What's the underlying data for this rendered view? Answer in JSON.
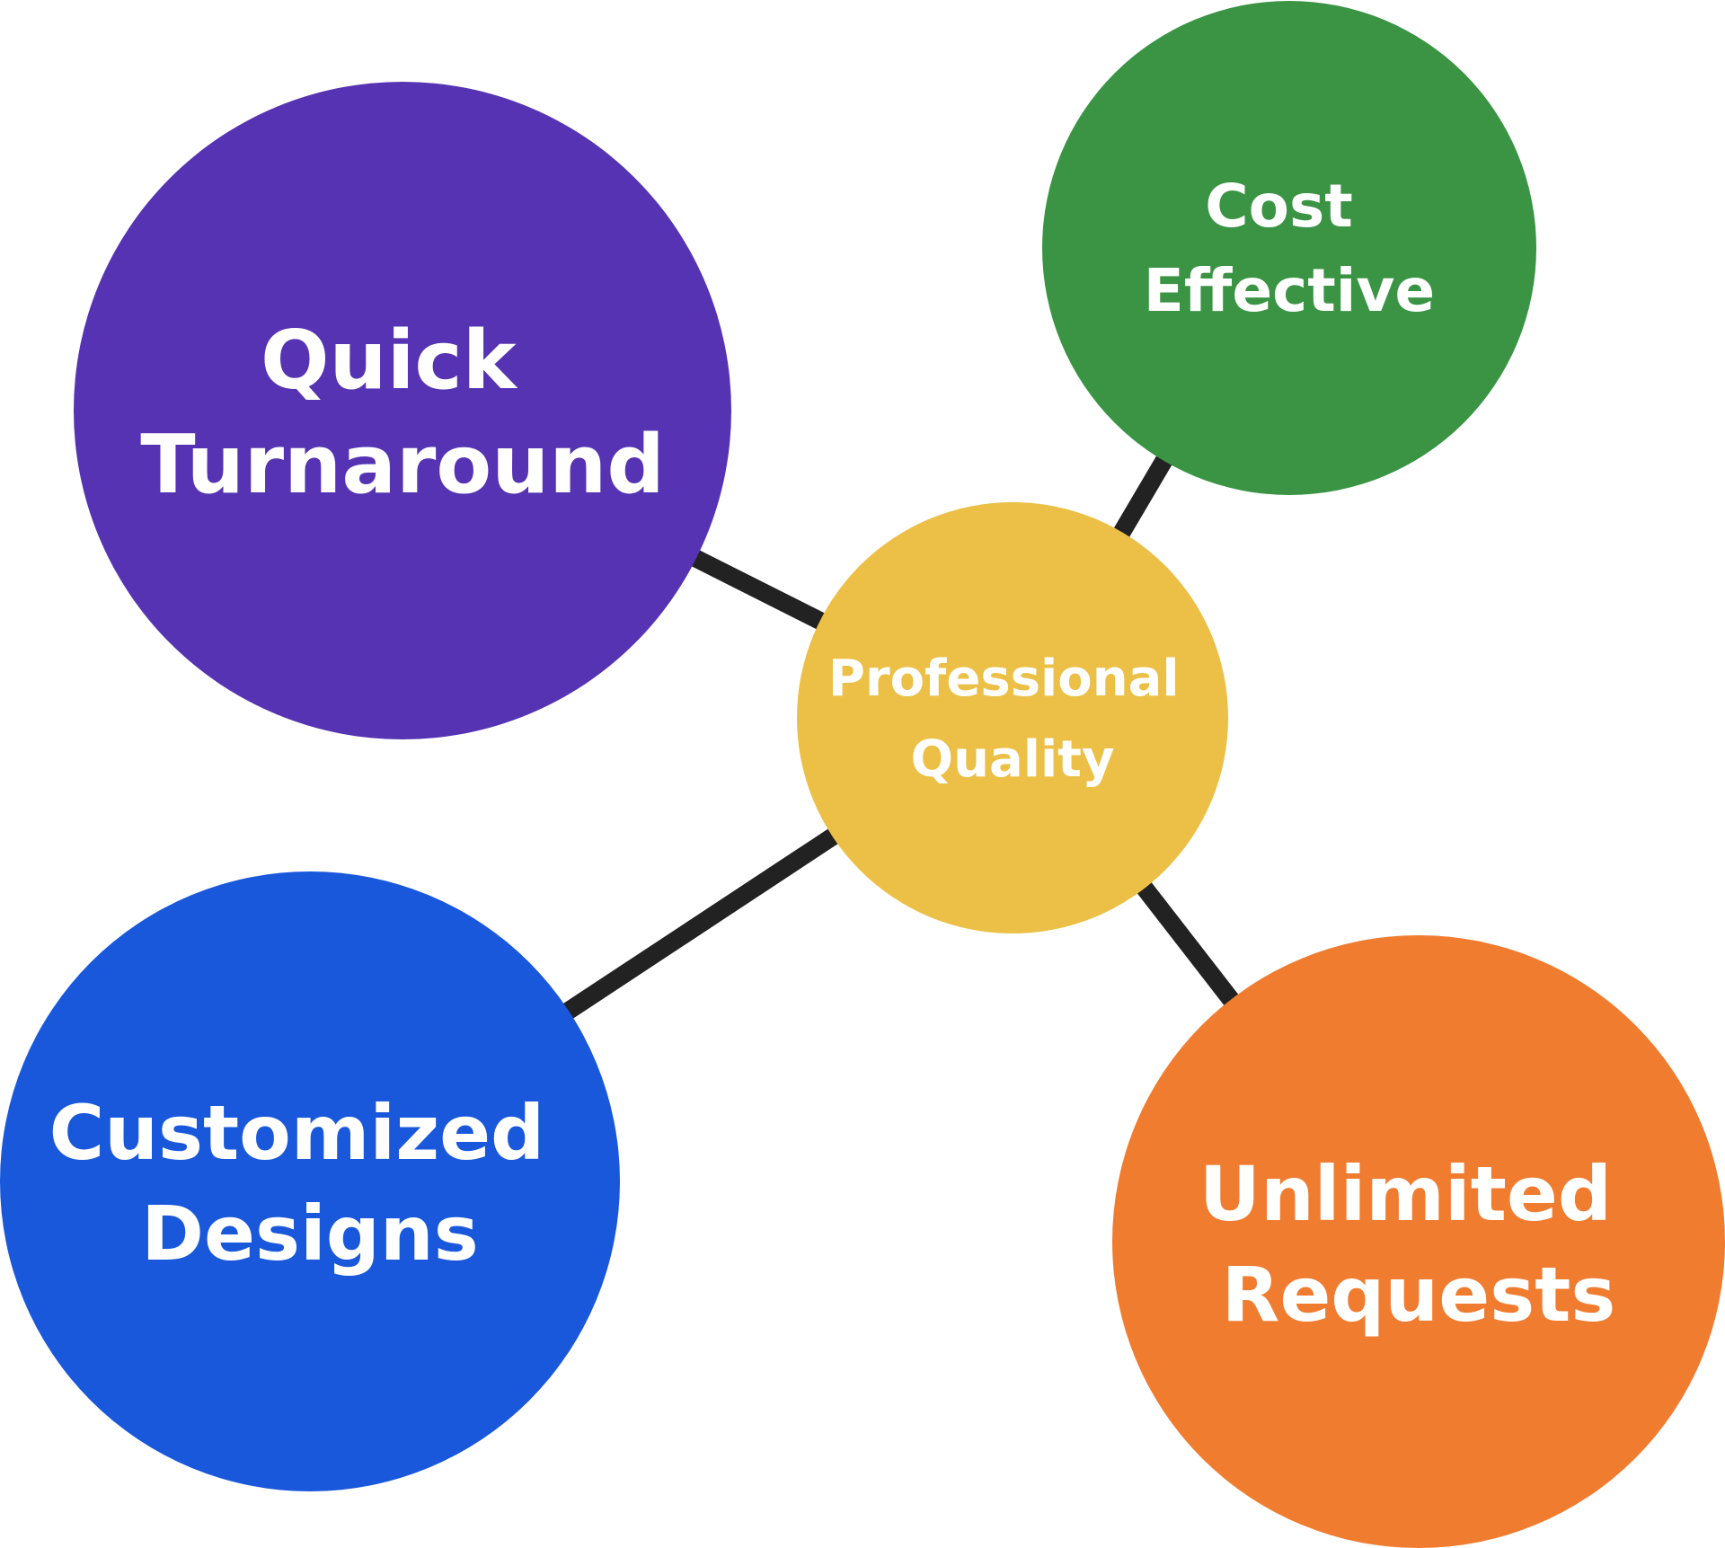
{
  "diagram": {
    "center": {
      "id": "professional-quality",
      "lines": [
        "Professional",
        "Quality"
      ],
      "color": "#ECC046"
    },
    "nodes": [
      {
        "id": "quick-turnaround",
        "lines": [
          "Quick",
          "Turnaround"
        ],
        "color": "#5533B3"
      },
      {
        "id": "cost-effective",
        "lines": [
          "Cost",
          "Effective"
        ],
        "color": "#3A9444"
      },
      {
        "id": "customized-designs",
        "lines": [
          "Customized",
          "Designs"
        ],
        "color": "#1958DB"
      },
      {
        "id": "unlimited-requests",
        "lines": [
          "Unlimited",
          "Requests"
        ],
        "color": "#F07C30"
      }
    ],
    "connector_color": "#222222",
    "label_color": "#FFFFFF"
  }
}
